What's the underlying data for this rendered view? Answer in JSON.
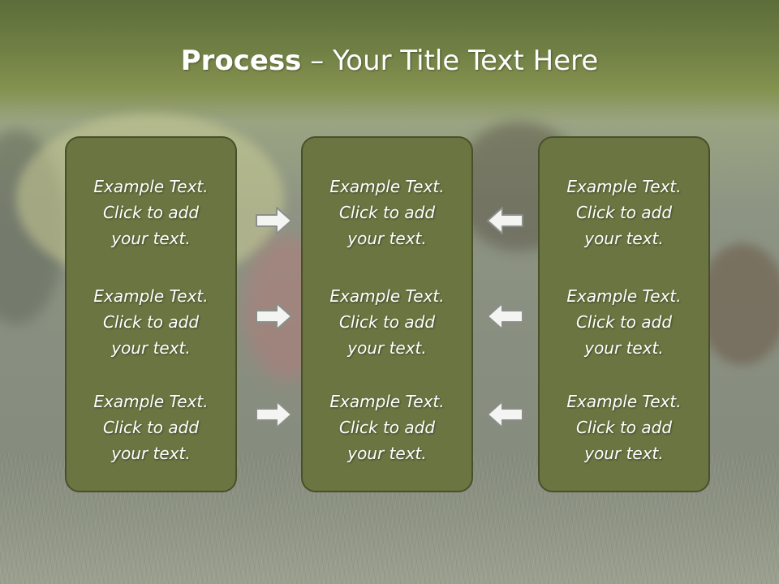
{
  "title": {
    "bold": "Process",
    "rest": " – Your Title Text Here"
  },
  "columns": [
    {
      "items": [
        {
          "line1": "Example Text.",
          "line2": "Click  to add",
          "line3": "your text."
        },
        {
          "line1": "Example Text.",
          "line2": "Click  to add",
          "line3": "your text."
        },
        {
          "line1": "Example Text.",
          "line2": "Click  to add",
          "line3": "your text."
        }
      ]
    },
    {
      "items": [
        {
          "line1": "Example Text.",
          "line2": "Click  to add",
          "line3": "your text."
        },
        {
          "line1": "Example Text.",
          "line2": "Click  to add",
          "line3": "your text."
        },
        {
          "line1": "Example Text.",
          "line2": "Click  to add",
          "line3": "your text."
        }
      ]
    },
    {
      "items": [
        {
          "line1": "Example Text.",
          "line2": "Click  to add",
          "line3": "your text."
        },
        {
          "line1": "Example Text.",
          "line2": "Click  to add",
          "line3": "your text."
        },
        {
          "line1": "Example Text.",
          "line2": "Click  to add",
          "line3": "your text."
        }
      ]
    }
  ],
  "arrows": {
    "left_group": "right-arrow-icon",
    "right_group": "left-arrow-icon"
  },
  "colors": {
    "box_fill": "#6b7541",
    "box_border": "#48502a",
    "header_band": "#6f7f44",
    "text": "#ffffff"
  }
}
